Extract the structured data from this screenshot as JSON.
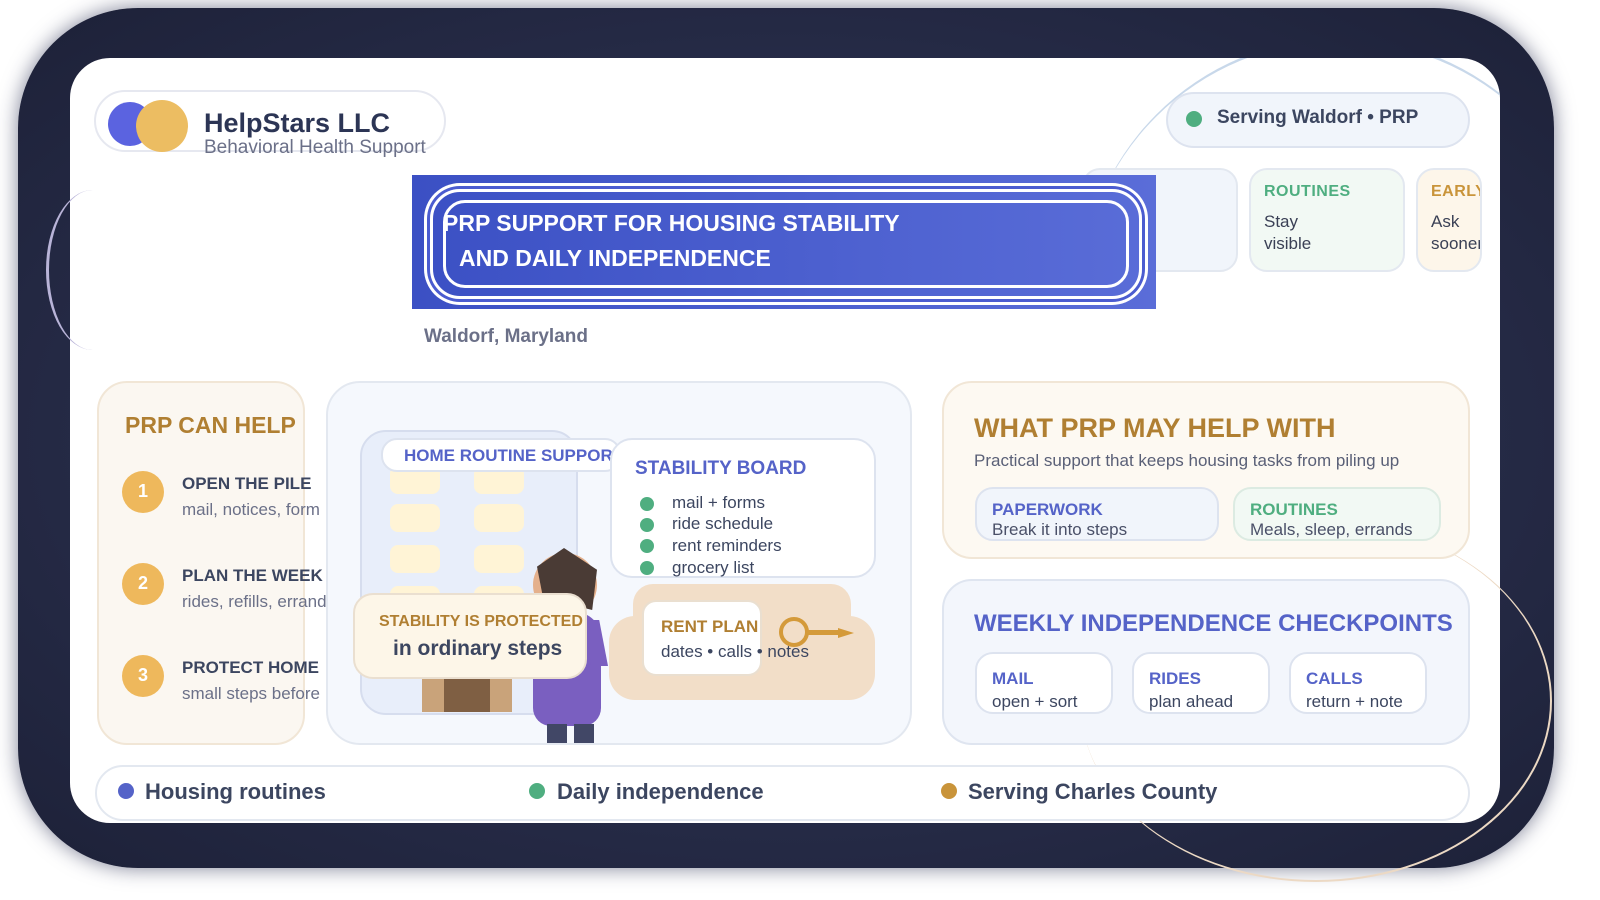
{
  "brand": {
    "name": "HelpStars LLC",
    "subtitle": "Behavioral Health Support"
  },
  "status_pill": {
    "text": "Serving Waldorf • PRP"
  },
  "mini_cards": [
    {
      "label": "ROUTINES",
      "text_1": "Stay",
      "text_2": "visible"
    },
    {
      "label": "EARLY",
      "text_1": "Ask",
      "text_2": "sooner"
    }
  ],
  "banner": {
    "line_1": "PRP SUPPORT FOR HOUSING STABILITY",
    "line_2": "AND DAILY INDEPENDENCE"
  },
  "location": "Waldorf, Maryland",
  "prp_help": {
    "title": "PRP CAN HELP",
    "steps": [
      {
        "number": "1",
        "heading": "OPEN THE PILE",
        "text": "mail, notices, form"
      },
      {
        "number": "2",
        "heading": "PLAN THE WEEK",
        "text": "rides, refills, errand"
      },
      {
        "number": "3",
        "heading": "PROTECT HOME",
        "text": "small steps before"
      }
    ]
  },
  "scene": {
    "home_tag": "HOME ROUTINE SUPPORT",
    "board_title": "STABILITY BOARD",
    "board_items": [
      "mail + forms",
      "ride schedule",
      "rent reminders",
      "grocery list"
    ],
    "rent_title": "RENT PLAN",
    "rent_text": "dates • calls • notes",
    "stability_line_1": "STABILITY IS PROTECTED",
    "stability_line_2": "in ordinary steps"
  },
  "what_help": {
    "title": "WHAT PRP MAY HELP WITH",
    "subtitle": "Practical support that keeps housing tasks from piling up",
    "chips": [
      {
        "heading": "PAPERWORK",
        "text": "Break it into steps"
      },
      {
        "heading": "ROUTINES",
        "text": "Meals, sleep, errands"
      }
    ]
  },
  "weekly": {
    "title": "WEEKLY INDEPENDENCE CHECKPOINTS",
    "chips": [
      {
        "heading": "MAIL",
        "text": "open + sort"
      },
      {
        "heading": "RIDES",
        "text": "plan ahead"
      },
      {
        "heading": "CALLS",
        "text": "return + note"
      }
    ]
  },
  "footer": {
    "items": [
      {
        "text": "Housing routines",
        "color": "#5563c8"
      },
      {
        "text": "Daily independence",
        "color": "#4fae80"
      },
      {
        "text": "Serving Charles County",
        "color": "#c9943a"
      }
    ]
  },
  "colors": {
    "primary": "#4b5cd0",
    "gold": "#b07f32",
    "green": "#4fae80",
    "dark": "#3c4660"
  }
}
